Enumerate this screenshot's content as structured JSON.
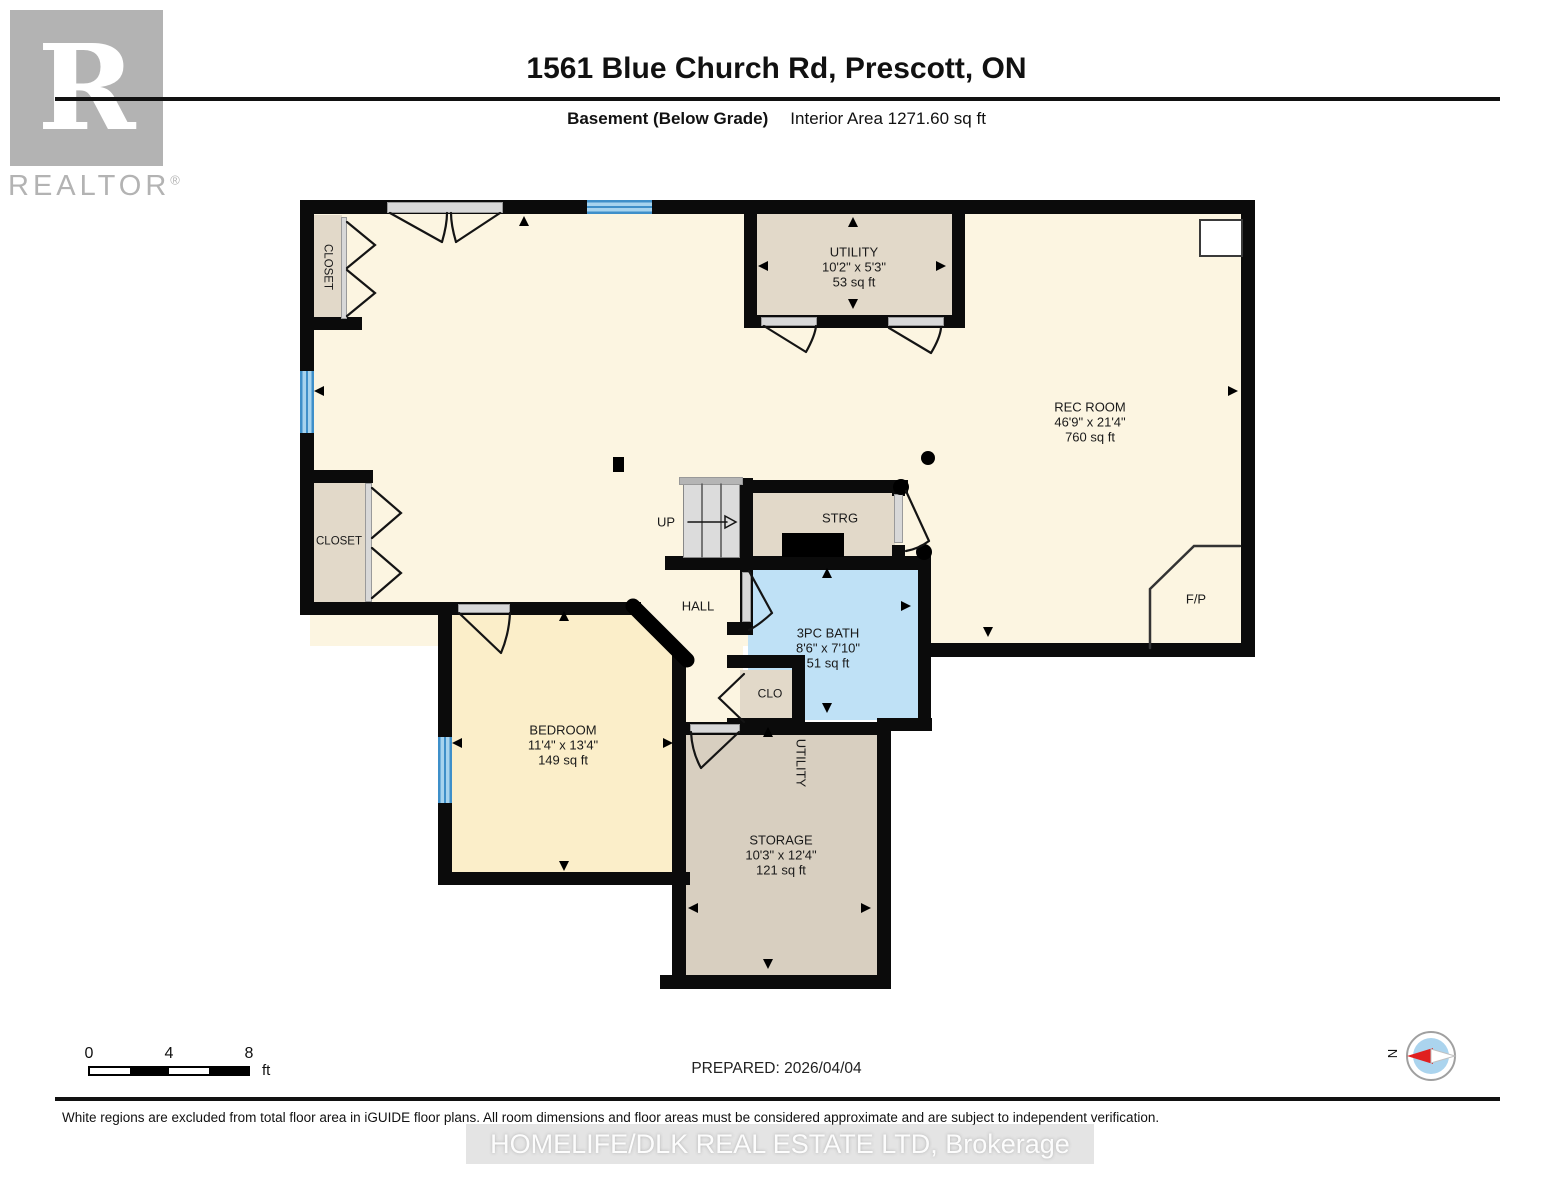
{
  "header": {
    "title": "1561 Blue Church Rd, Prescott, ON",
    "floor_label": "Basement (Below Grade)",
    "area_label": "Interior Area 1271.60 sq ft"
  },
  "branding": {
    "logo_letter": "R",
    "logo_text": "REALTOR",
    "registered_mark": "®",
    "watermark": "HOMELIFE/DLK REAL ESTATE LTD, Brokerage"
  },
  "plan": {
    "rooms": {
      "closet_top": {
        "name": "CLOSET"
      },
      "utility_top": {
        "name": "UTILITY",
        "dims": "10'2\" x 5'3\"",
        "area": "53 sq ft"
      },
      "rec_room": {
        "name": "REC ROOM",
        "dims": "46'9\" x 21'4\"",
        "area": "760 sq ft"
      },
      "closet_mid": {
        "name": "CLOSET"
      },
      "stairs": {
        "name": "UP"
      },
      "strg": {
        "name": "STRG"
      },
      "hall": {
        "name": "HALL"
      },
      "bath": {
        "name": "3PC BATH",
        "dims": "8'6\" x 7'10\"",
        "area": "51 sq ft"
      },
      "clo": {
        "name": "CLO"
      },
      "bedroom": {
        "name": "BEDROOM",
        "dims": "11'4\" x 13'4\"",
        "area": "149 sq ft"
      },
      "utility_side": {
        "name": "UTILITY"
      },
      "storage": {
        "name": "STORAGE",
        "dims": "10'3\" x 12'4\"",
        "area": "121 sq ft"
      },
      "fireplace": {
        "name": "F/P"
      }
    }
  },
  "scale_bar": {
    "tick_0": "0",
    "tick_4": "4",
    "tick_8": "8",
    "unit": "ft"
  },
  "compass": {
    "north_label": "N"
  },
  "footer": {
    "prepared": "PREPARED: 2026/04/04",
    "disclaimer": "White regions are excluded from total floor area in iGUIDE floor plans. All room dimensions and floor areas must be considered approximate and are subject to independent verification."
  },
  "colors": {
    "wall": "#0b0b0b",
    "floor_main": "#FCF5E1",
    "floor_bedroom": "#FBEEC9",
    "floor_utility": "#E2D9C9",
    "floor_storage": "#D8CFC0",
    "floor_bath": "#BFE1F6",
    "window": "#4A9BD0",
    "door_opening": "#D8D8D8",
    "compass_needle": "#E02020"
  }
}
